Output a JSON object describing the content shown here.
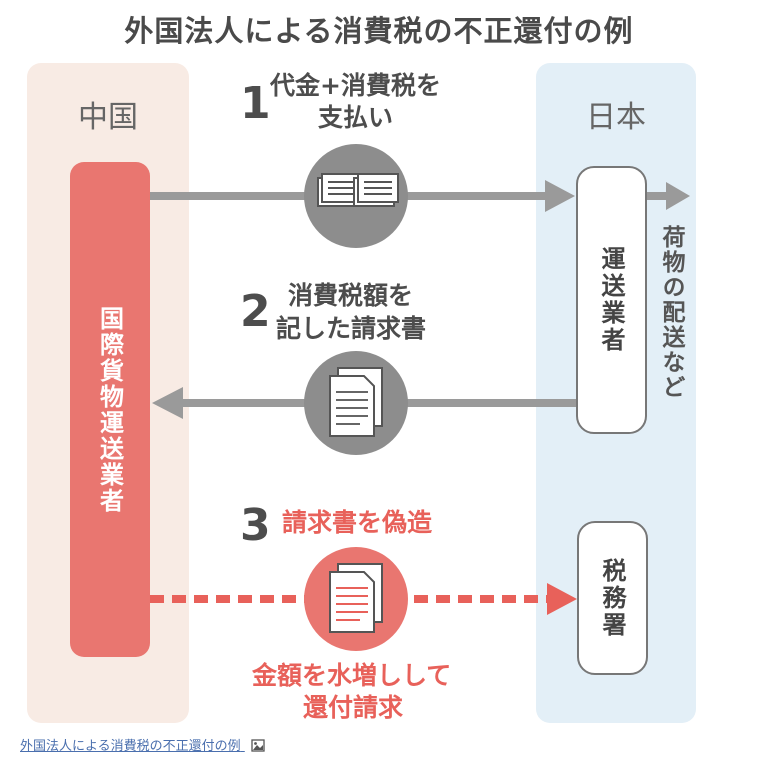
{
  "title": "外国法人による消費税の不正還付の例",
  "regions": {
    "left": "中国",
    "right": "日本"
  },
  "actors": {
    "forwarder": "国際貨物運送業者",
    "carrier": "運送業者",
    "tax_office": "税務署"
  },
  "side_note": "荷物の配送など",
  "steps": [
    {
      "num": "1",
      "line1": "代金+消費税を",
      "line2": "支払い"
    },
    {
      "num": "2",
      "line1": "消費税額を",
      "line2": "記した請求書"
    },
    {
      "num": "3",
      "line1": "請求書を偽造",
      "line2": ""
    }
  ],
  "step3_note": {
    "line1": "金額を水増しして",
    "line2": "還付請求"
  },
  "caption": "外国法人による消費税の不正還付の例",
  "colors": {
    "red": "#e8615a",
    "gray_arrow": "#9a9a9a",
    "left_panel": "#f8ebe4",
    "right_panel": "#e3eff7"
  },
  "icons": [
    "money-bundle-icon",
    "document-icon",
    "forged-document-icon",
    "image-icon"
  ]
}
